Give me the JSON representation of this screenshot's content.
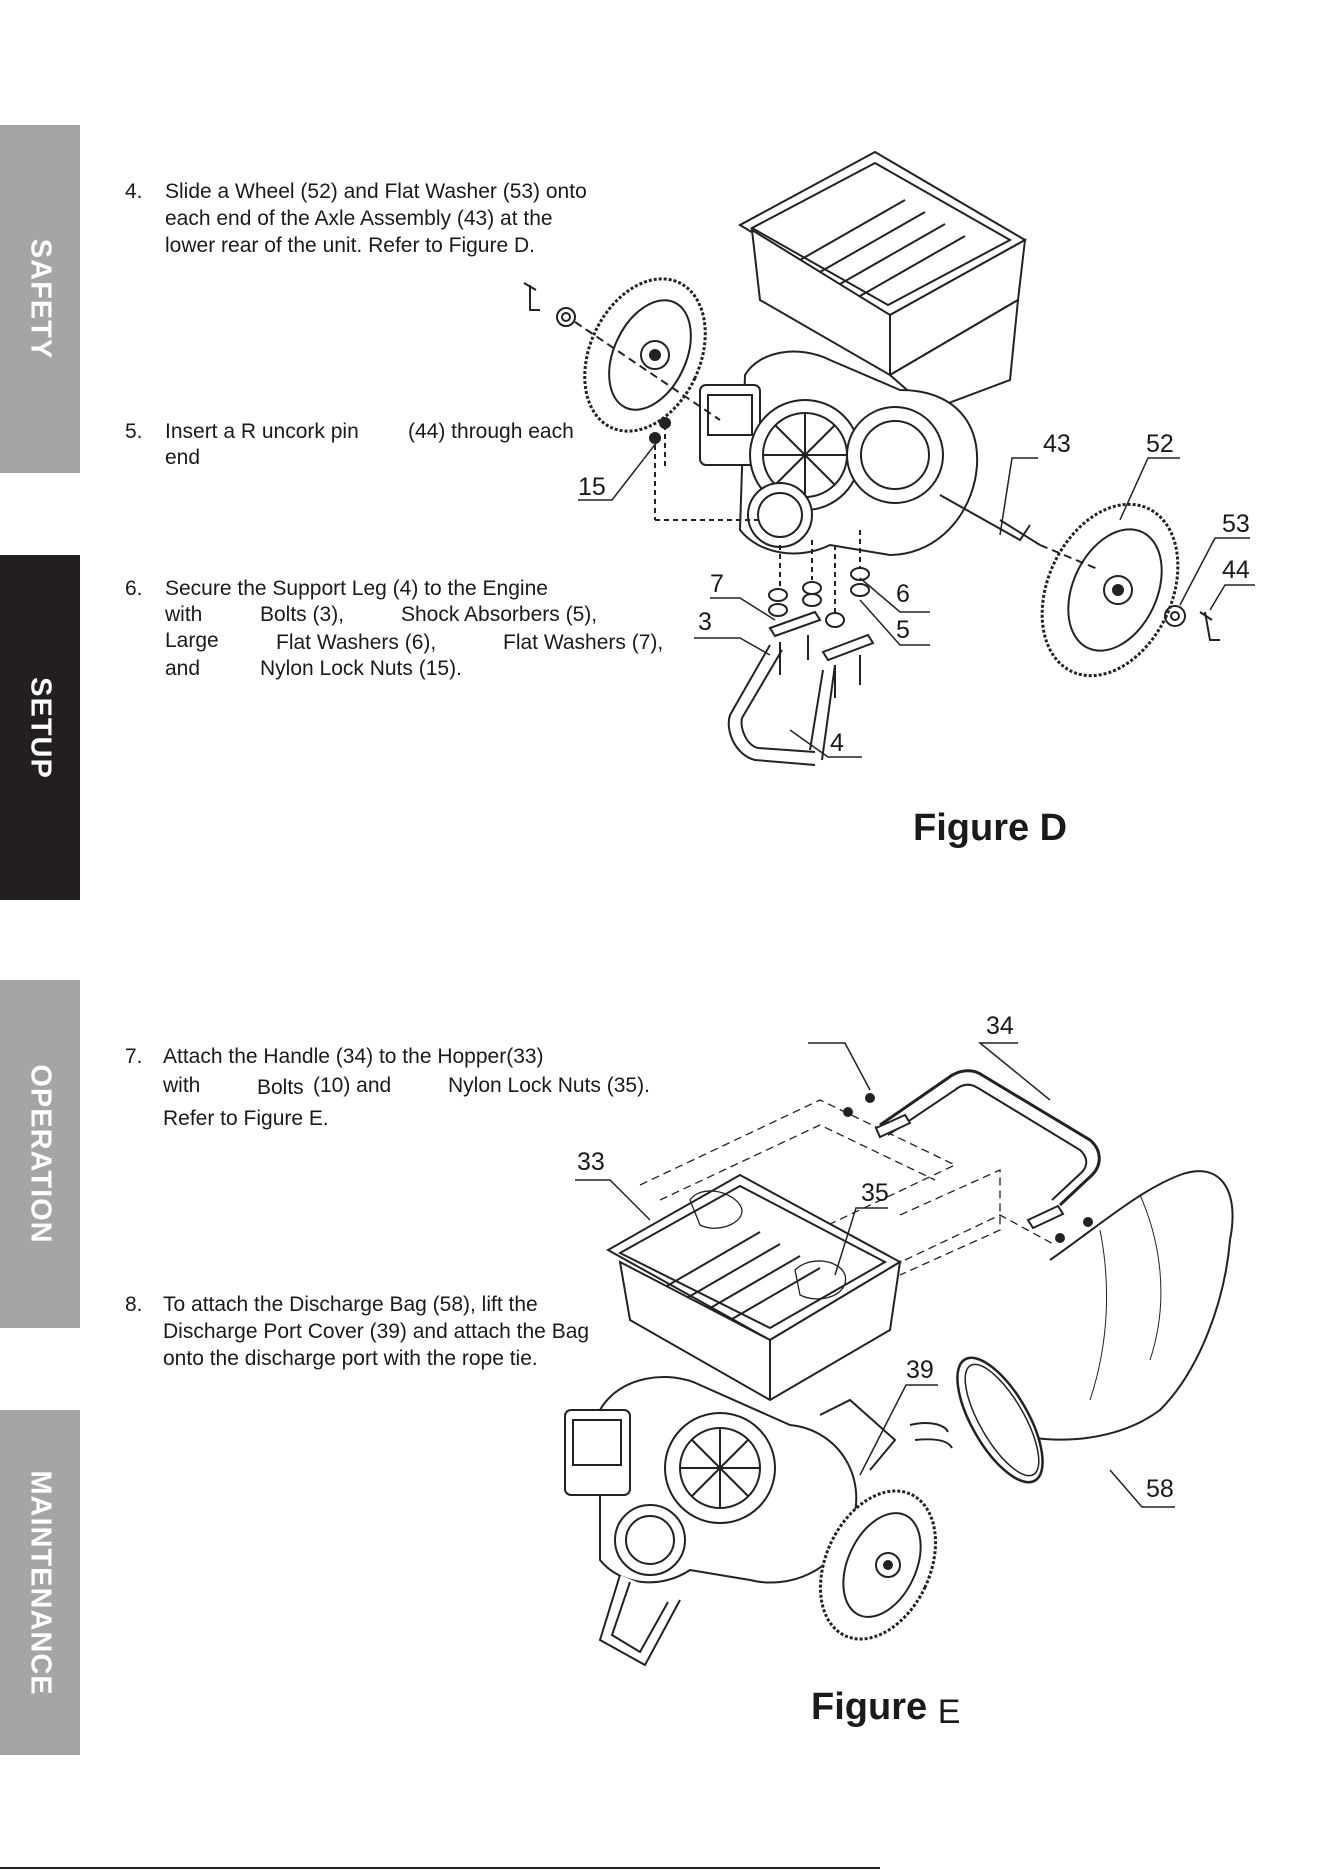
{
  "tabs": {
    "safety": "SAFETY",
    "setup": "SETUP",
    "operation": "OPERATION",
    "maintenance": "MAINTENANCE"
  },
  "steps": {
    "s4": {
      "num": "4.",
      "lines": [
        "Slide a Wheel (52) and Flat Washer (53) onto",
        "each end of the Axle Assembly (43) at the",
        "lower rear of the unit.  Refer to Figure D."
      ]
    },
    "s5": {
      "num": "5.",
      "line1": "Insert a R uncork pin",
      "line1b": "(44) through each",
      "line2": "end"
    },
    "s6": {
      "num": "6.",
      "line1": "Secure the Support Leg (4) to the Engine",
      "l2a": "with",
      "l2b": "Bolts (3),",
      "l2c": "Shock Absorbers (5),",
      "l3a": "Large",
      "l3b": "Flat Washers (6),",
      "l3c": "Flat Washers (7),",
      "l4a": "and",
      "l4b": "Nylon Lock Nuts (15)."
    },
    "s7": {
      "num": "7.",
      "line1": "Attach the Handle (34) to the Hopper(33)",
      "l2a": "with",
      "l2b": "Bolts",
      "l2c": "(10) and",
      "l2d": "Nylon Lock Nuts (35).",
      "line3": "Refer to Figure E."
    },
    "s8": {
      "num": "8.",
      "lines": [
        "To attach the Discharge Bag (58), lift the",
        "Discharge Port Cover (39) and attach the Bag",
        "onto the discharge port with the rope tie."
      ]
    }
  },
  "figure_d": {
    "title": "Figure D",
    "callouts": {
      "c43": "43",
      "c52": "52",
      "c53": "53",
      "c44": "44",
      "c15": "15",
      "c7": "7",
      "c6": "6",
      "c3": "3",
      "c5": "5",
      "c4": "4"
    }
  },
  "figure_e": {
    "title_word": "Figure",
    "title_letter": "E",
    "callouts": {
      "c34": "34",
      "c33": "33",
      "c35": "35",
      "c39": "39",
      "c58": "58"
    }
  }
}
